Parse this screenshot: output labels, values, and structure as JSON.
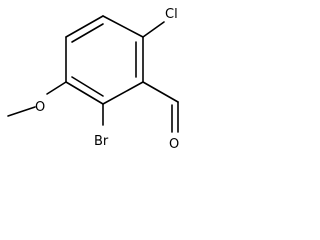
{
  "structure": {
    "atoms": {
      "chlorine": "Cl",
      "bromine": "Br",
      "oxygen_methoxy": "O",
      "oxygen_aldehyde": "O"
    }
  }
}
